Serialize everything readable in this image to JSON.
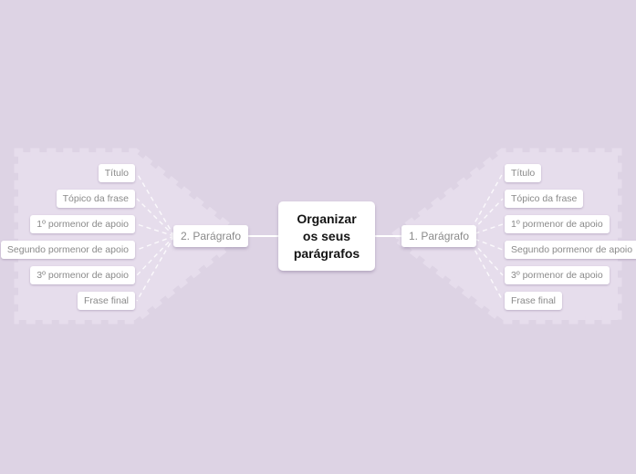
{
  "app": {
    "type": "mind-map",
    "background_color": "#ddd3e4",
    "branch_region_color": "#e6ddec",
    "node_color": "#ffffff",
    "subtopic_text_color": "#8a8a8a",
    "central_text_color": "#141414",
    "connector_color": "#ffffff"
  },
  "central_topic": {
    "label": "Organizar\nos seus\nparágrafos"
  },
  "branches": [
    {
      "side": "left",
      "label": "2. Parágrafo",
      "children": [
        "Título",
        "Tópico da frase",
        "1º pormenor de apoio",
        "Segundo pormenor de apoio",
        "3º pormenor de apoio",
        "Frase final"
      ]
    },
    {
      "side": "right",
      "label": "1. Parágrafo",
      "children": [
        "Título",
        "Tópico da frase",
        "1º pormenor de apoio",
        "Segundo pormenor de apoio",
        "3º pormenor de apoio",
        "Frase final"
      ]
    }
  ]
}
